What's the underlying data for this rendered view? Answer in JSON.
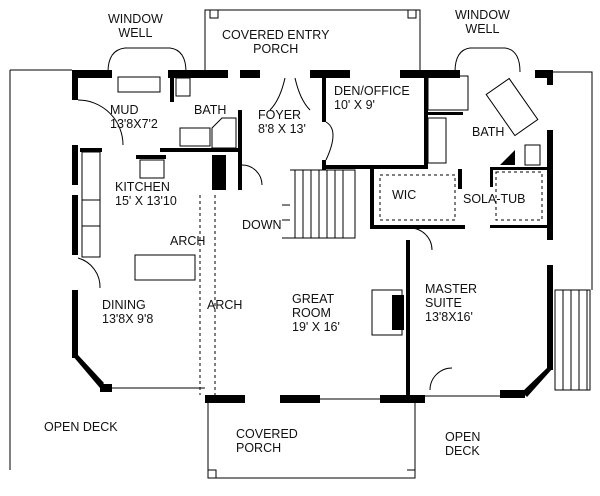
{
  "rooms": [
    {
      "name": "WINDOW",
      "line2": "WELL"
    },
    {
      "name": "COVERED ENTRY",
      "line2": "PORCH"
    },
    {
      "name": "WINDOW",
      "line2": "WELL"
    },
    {
      "name": "MUD",
      "line2": "13'8X7'2"
    },
    {
      "name": "BATH",
      "line2": ""
    },
    {
      "name": "FOYER",
      "line2": "8'8 X 13'"
    },
    {
      "name": "DEN/OFFICE",
      "line2": "10' X 9'"
    },
    {
      "name": "BATH",
      "line2": ""
    },
    {
      "name": "KITCHEN",
      "line2": "15' X 13'10"
    },
    {
      "name": "WIC",
      "line2": ""
    },
    {
      "name": "SOLA-TUB",
      "line2": ""
    },
    {
      "name": "DOWN",
      "line2": ""
    },
    {
      "name": "ARCH",
      "line2": ""
    },
    {
      "name": "MASTER",
      "line2": "SUITE"
    },
    {
      "name": "DINING",
      "line2": "13'8X 9'8"
    },
    {
      "name": "ARCH",
      "line2": ""
    },
    {
      "name": "GREAT",
      "line2": "ROOM"
    },
    {
      "name": "OPEN DECK",
      "line2": ""
    },
    {
      "name": "COVERED",
      "line2": "PORCH"
    },
    {
      "name": "OPEN",
      "line2": "DECK"
    }
  ],
  "extra": {
    "great_room_size": "19' X 16'",
    "master_size": "13'8X16'"
  }
}
